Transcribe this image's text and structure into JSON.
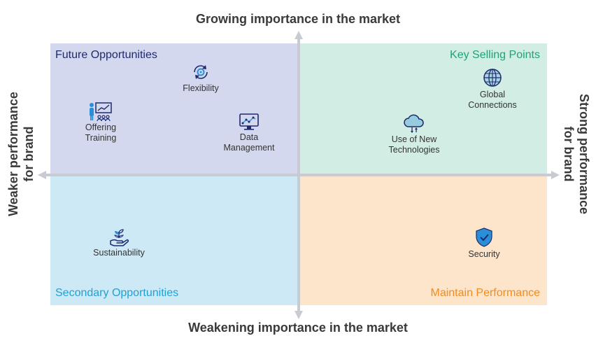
{
  "axes": {
    "top": "Growing importance in the market",
    "bottom": "Weakening importance in the market",
    "left_line1": "Weaker performance",
    "left_line2": "for brand",
    "right_line1": "Strong performance",
    "right_line2": "for brand"
  },
  "quadrants": {
    "top_left": "Future Opportunities",
    "top_right": "Key Selling Points",
    "bottom_left": "Secondary Opportunities",
    "bottom_right": "Maintain Performance"
  },
  "items": {
    "flexibility": "Flexibility",
    "offering_training": "Offering\nTraining",
    "data_management": "Data\nManagement",
    "global_connections": "Global\nConnections",
    "new_technologies": "Use of New\nTechnologies",
    "sustainability": "Sustainability",
    "security": "Security"
  },
  "icons": {
    "flexibility": "gear-cycle-icon",
    "offering_training": "presenter-board-icon",
    "data_management": "monitor-chart-icon",
    "global_connections": "globe-icon",
    "new_technologies": "cloud-transfer-icon",
    "sustainability": "plant-hand-icon",
    "security": "shield-check-icon"
  },
  "colors": {
    "top_left": "#d3d8ee",
    "top_right": "#d2ede4",
    "bottom_left": "#cde9f6",
    "bottom_right": "#fde5cb",
    "icon_navy": "#1f2a6e",
    "icon_blue": "#2a8fd6"
  }
}
